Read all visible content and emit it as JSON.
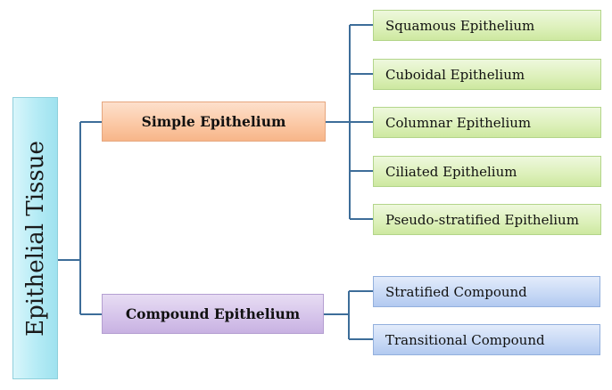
{
  "root": {
    "label": "Epithelial Tissue"
  },
  "categories": [
    {
      "label": "Simple Epithelium",
      "children": [
        "Squamous Epithelium",
        "Cuboidal Epithelium",
        "Columnar Epithelium",
        "Ciliated Epithelium",
        "Pseudo-stratified Epithelium"
      ]
    },
    {
      "label": "Compound Epithelium",
      "children": [
        "Stratified Compound",
        "Transitional Compound"
      ]
    }
  ],
  "colors": {
    "connector": "#3d6d99",
    "root_fill": "#b4ebf5",
    "simple_fill": "#fbc7a3",
    "compound_fill": "#d5c3ea",
    "simple_leaf_fill": "#dcf0b9",
    "compound_leaf_fill": "#c6d8f5"
  }
}
